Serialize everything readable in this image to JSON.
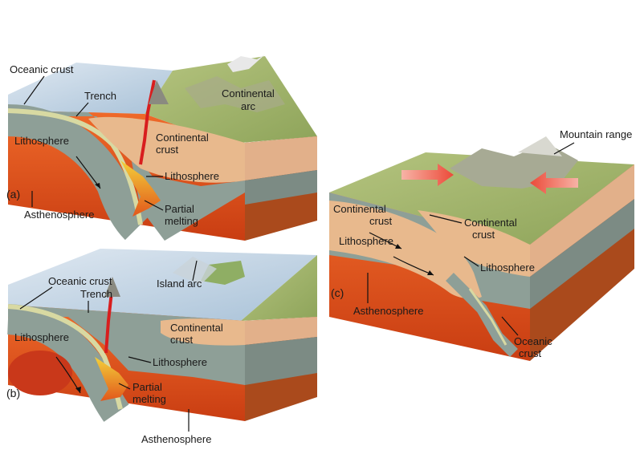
{
  "panel_a": {
    "tag": "(a)",
    "labels": {
      "oceanic_crust": "Oceanic crust",
      "trench": "Trench",
      "continental_arc_1": "Continental",
      "continental_arc_2": "arc",
      "lithosphere_left": "Lithosphere",
      "continental_crust_1": "Continental",
      "continental_crust_2": "crust",
      "lithosphere_right": "Lithosphere",
      "asthenosphere": "Asthenosphere",
      "partial_melting_1": "Partial",
      "partial_melting_2": "melting"
    }
  },
  "panel_b": {
    "tag": "(b)",
    "labels": {
      "oceanic_crust": "Oceanic crust",
      "island_arc": "Island arc",
      "trench": "Trench",
      "continental_crust_1": "Continental",
      "continental_crust_2": "crust",
      "lithosphere_left": "Lithosphere",
      "lithosphere_right": "Lithosphere",
      "partial_melting_1": "Partial",
      "partial_melting_2": "melting",
      "asthenosphere": "Asthenosphere"
    }
  },
  "panel_c": {
    "tag": "(c)",
    "labels": {
      "mountain_range": "Mountain range",
      "continental_crust_left_1": "Continental",
      "continental_crust_left_2": "crust",
      "continental_crust_right_1": "Continental",
      "continental_crust_right_2": "crust",
      "lithosphere_left": "Lithosphere",
      "lithosphere_right": "Lithosphere",
      "asthenosphere": "Asthenosphere",
      "oceanic_crust_1": "Oceanic",
      "oceanic_crust_2": "crust"
    }
  },
  "colors": {
    "ocean_water": "#b9cfe0",
    "land_green": "#9fb56a",
    "continental_crust": "#e8b98d",
    "lithosphere": "#8e9f97",
    "asthenosphere": "#e5501e",
    "magma": "#d81e1e",
    "oceanic_crust_band": "#d8d9a2",
    "compression_arrow": "#ef5a4a"
  }
}
